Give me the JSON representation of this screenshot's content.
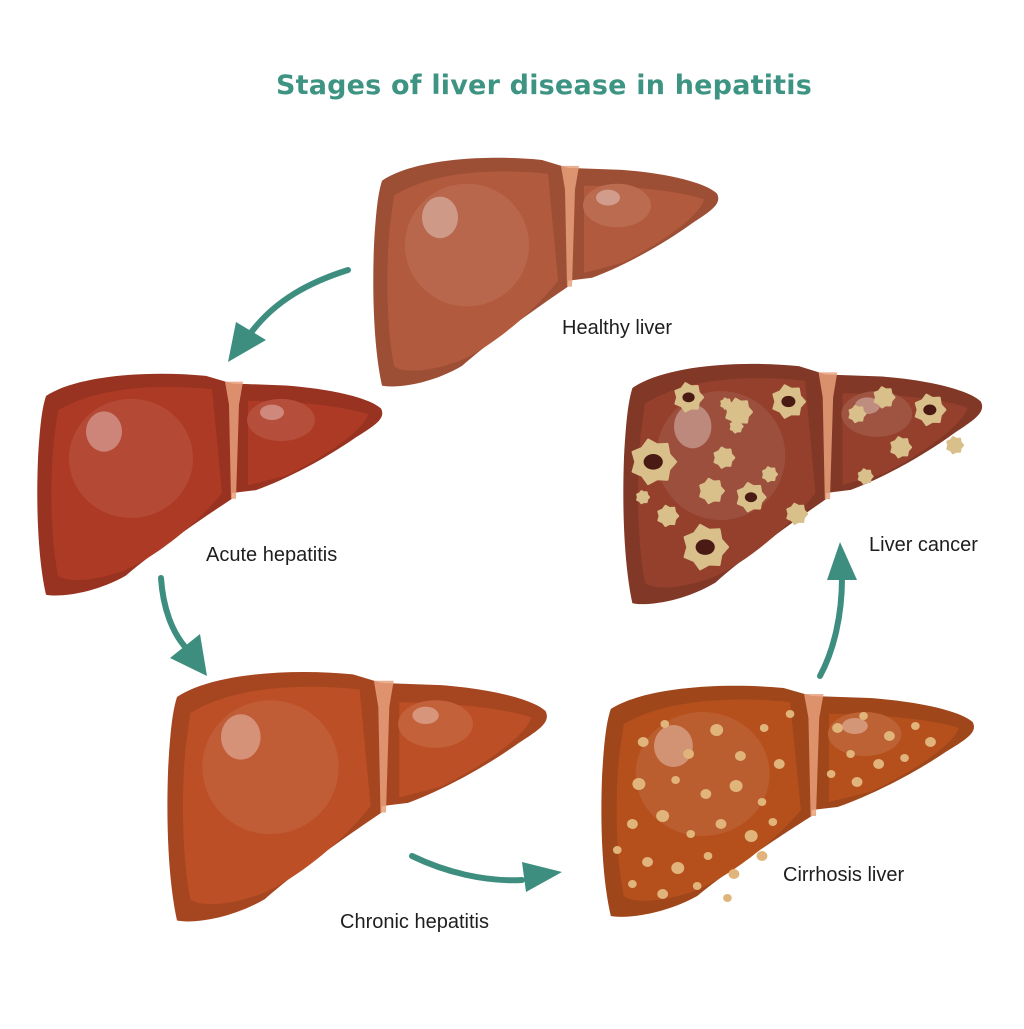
{
  "title": "Stages of liver disease in hepatitis",
  "colors": {
    "title": "#3e9482",
    "arrow": "#3e8e80",
    "healthy": "#b25a3d",
    "acute": "#ad3a25",
    "chronic": "#bc4f25",
    "cirrhosis": "#b5501d",
    "cancer": "#94402c",
    "nodule": "#e0b47a",
    "tumor": "#d9bf8a",
    "tumor_core": "#4a1a14",
    "ligament": "#e8a07a"
  },
  "stages": {
    "healthy": "Healthy liver",
    "acute": "Acute hepatitis",
    "chronic": "Chronic hepatitis",
    "cirrhosis": "Cirrhosis liver",
    "cancer": "Liver cancer"
  }
}
